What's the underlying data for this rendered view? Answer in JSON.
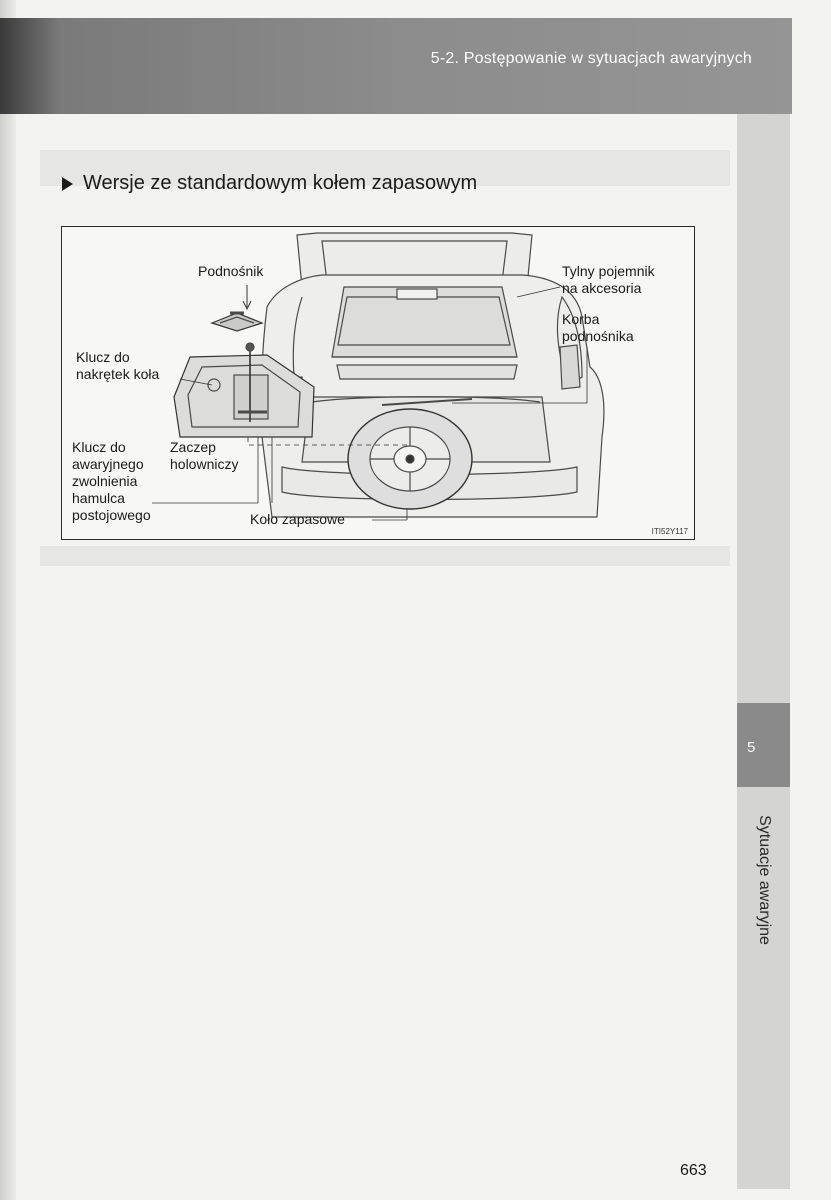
{
  "header": {
    "title": "5-2. Postępowanie w sytuacjach awaryjnych"
  },
  "section": {
    "heading": "Wersje ze standardowym kołem zapasowym"
  },
  "figure": {
    "labels": {
      "jack": "Podnośnik",
      "wheel_nut_wrench_1": "Klucz do",
      "wheel_nut_wrench_2": "nakrętek koła",
      "parking_brake_wrench_1": "Klucz do",
      "parking_brake_wrench_2": "awaryjnego",
      "parking_brake_wrench_3": "zwolnienia",
      "parking_brake_wrench_4": "hamulca",
      "parking_brake_wrench_5": "postojowego",
      "towing_eyelet_1": "Zaczep",
      "towing_eyelet_2": "holowniczy",
      "rear_box_1": "Tylny pojemnik",
      "rear_box_2": "na akcesoria",
      "jack_handle_1": "Korba",
      "jack_handle_2": "podnośnika",
      "spare_tire": "Koło zapasowe"
    },
    "code": "ITI52Y117"
  },
  "side_tab": {
    "chapter_number": "5",
    "chapter_name": "Sytuacje awaryjne"
  },
  "footer": {
    "page_number": "663"
  }
}
